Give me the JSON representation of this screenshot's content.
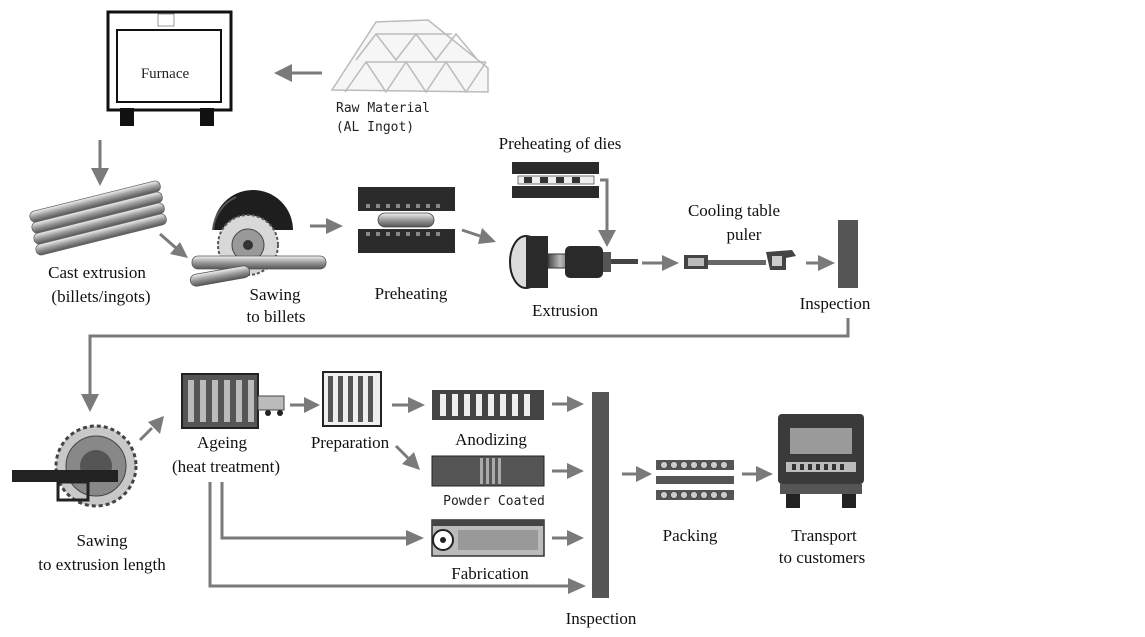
{
  "labels": {
    "furnace": "Furnace",
    "raw_material_1": "Raw Material",
    "raw_material_2": "(AL Ingot)",
    "preheating_dies": "Preheating of dies",
    "cooling_table_1": "Cooling table",
    "cooling_table_2": "puler",
    "cast_extrusion_1": "Cast extrusion",
    "cast_extrusion_2": "(billets/ingots)",
    "sawing_billets_1": "Sawing",
    "sawing_billets_2": "to billets",
    "preheating": "Preheating",
    "extrusion": "Extrusion",
    "inspection_top": "Inspection",
    "ageing_1": "Ageing",
    "ageing_2": "(heat treatment)",
    "preparation": "Preparation",
    "anodizing": "Anodizing",
    "powder_coated": "Powder Coated",
    "fabrication": "Fabrication",
    "packing": "Packing",
    "transport_1": "Transport",
    "transport_2": "to customers",
    "sawing_length_1": "Sawing",
    "sawing_length_2": "to extrusion length",
    "inspection_bottom": "Inspection"
  },
  "colors": {
    "arrow": "#7a7a7a",
    "dark": "#333333",
    "inspection_bar": "#555555"
  }
}
